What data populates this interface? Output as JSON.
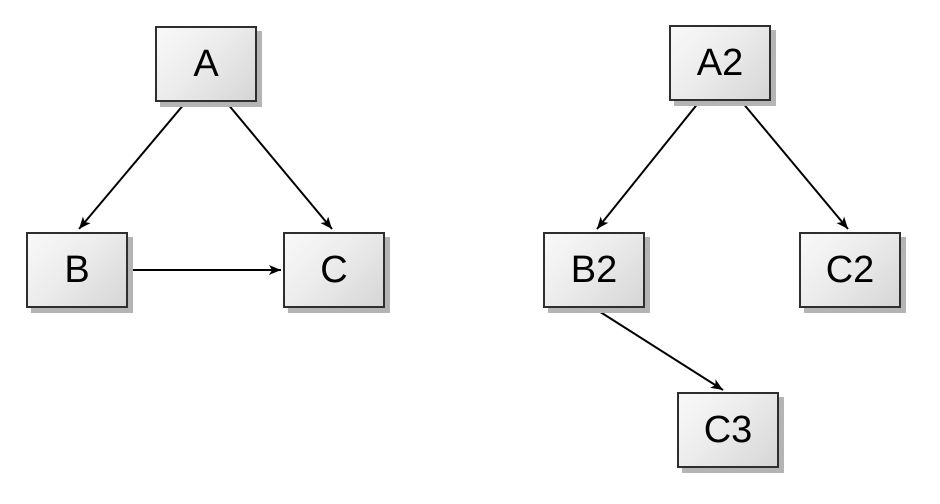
{
  "page": {
    "background_color": "#ffffff"
  },
  "colors": {
    "node_border": "#2e2e2e",
    "node_fill_light": "#f9f9f9",
    "node_fill_dark": "#d6d6d6",
    "node_shadow": "#b4b4b4",
    "edge": "#000000",
    "text": "#000000"
  },
  "diagrams": {
    "left": {
      "nodes": [
        {
          "id": "A",
          "label": "A"
        },
        {
          "id": "B",
          "label": "B"
        },
        {
          "id": "C",
          "label": "C"
        }
      ],
      "edges": [
        {
          "from": "A",
          "to": "B"
        },
        {
          "from": "A",
          "to": "C"
        },
        {
          "from": "B",
          "to": "C"
        }
      ]
    },
    "right": {
      "nodes": [
        {
          "id": "A2",
          "label": "A2"
        },
        {
          "id": "B2",
          "label": "B2"
        },
        {
          "id": "C2",
          "label": "C2"
        },
        {
          "id": "C3",
          "label": "C3"
        }
      ],
      "edges": [
        {
          "from": "A2",
          "to": "B2"
        },
        {
          "from": "A2",
          "to": "C2"
        },
        {
          "from": "B2",
          "to": "C3"
        }
      ]
    }
  }
}
